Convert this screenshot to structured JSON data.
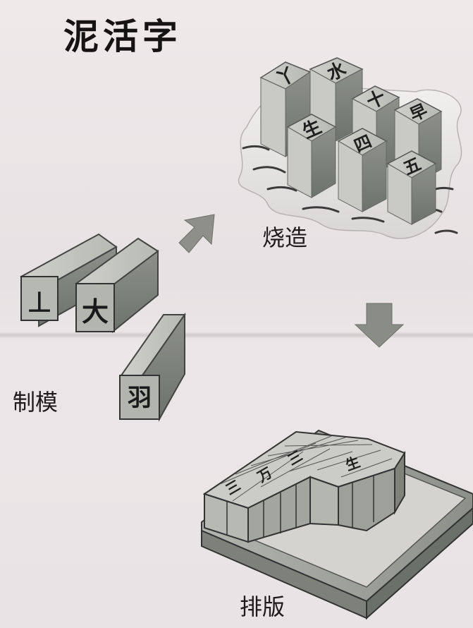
{
  "title": "泥活字",
  "labels": {
    "fire": "烧造",
    "mold": "制模",
    "set": "排版"
  },
  "type_faces": {
    "mold": [
      "丄",
      "大",
      "羽"
    ],
    "fire": [
      "丫",
      "水",
      "十",
      "早",
      "生",
      "四",
      "五"
    ],
    "tray": [
      "三",
      "万",
      "三",
      "生"
    ]
  }
}
